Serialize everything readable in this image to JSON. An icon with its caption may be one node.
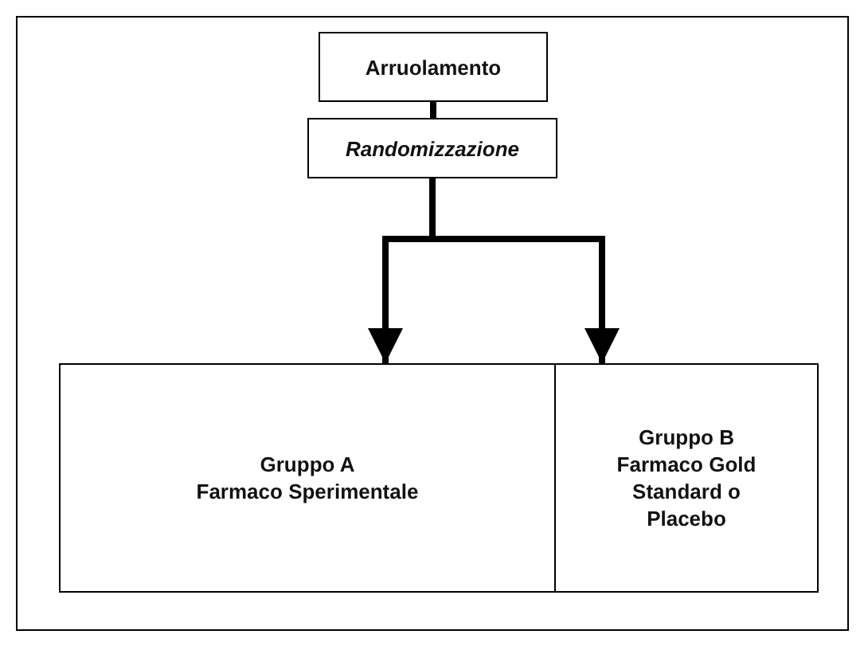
{
  "diagram": {
    "nodes": [
      {
        "text": [
          "Arruolamento"
        ]
      },
      {
        "text": [
          "Randomizzazione"
        ]
      },
      {
        "text": [
          "Gruppo A",
          "Farmaco Sperimentale"
        ]
      },
      {
        "text": [
          "Gruppo B",
          "Farmaco Gold Standard o Placebo"
        ]
      }
    ],
    "edges": [
      {
        "from": 0,
        "to": 1,
        "arrow": "none"
      },
      {
        "from": 1,
        "to": 2,
        "arrow": "to"
      },
      {
        "from": 1,
        "to": 3,
        "arrow": "to"
      }
    ]
  }
}
